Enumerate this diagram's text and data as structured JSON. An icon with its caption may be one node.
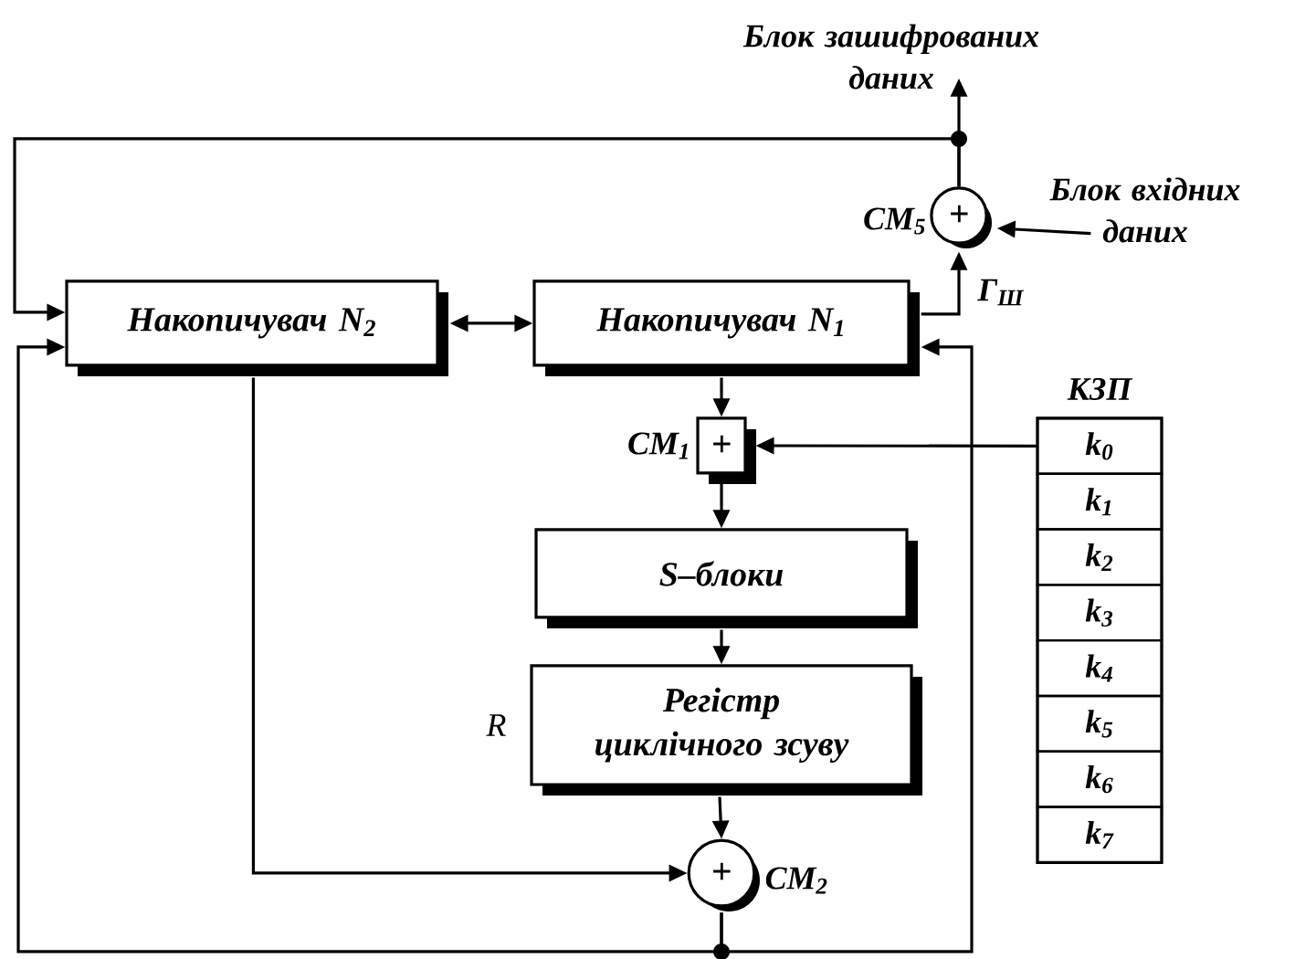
{
  "diagram": {
    "nodes": [
      {
        "text": [
          "Накопичувач N$_{2}$"
        ]
      },
      {
        "text": [
          "Накопичувач N$_{1}$"
        ]
      },
      {
        "text": [
          "+"
        ],
        "beside": [
          "СМ$_{5}$"
        ]
      },
      {
        "text": [
          "+"
        ],
        "beside": [
          "СМ$_{1}$"
        ]
      },
      {
        "text": [
          "S–блоки"
        ]
      },
      {
        "text": [
          "Регістр циклічного зсуву"
        ],
        "beside": [
          "R"
        ]
      },
      {
        "text": [
          "+"
        ],
        "beside": [
          "СМ$_{2}$"
        ]
      },
      {
        "text": [
          "КЗП"
        ]
      },
      {
        "text": [
          "k$_{0}$"
        ],
        "in": 7
      },
      {
        "text": [
          "k$_{1}$"
        ],
        "in": 7
      },
      {
        "text": [
          "k$_{2}$"
        ],
        "in": 7
      },
      {
        "text": [
          "k$_{3}$"
        ],
        "in": 7
      },
      {
        "text": [
          "k$_{4}$"
        ],
        "in": 7
      },
      {
        "text": [
          "k$_{5}$"
        ],
        "in": 7
      },
      {
        "text": [
          "k$_{6}$"
        ],
        "in": 7
      },
      {
        "text": [
          "k$_{7}$"
        ],
        "in": 7
      },
      {
        "text": [
          "Блок зашифрованих даних"
        ]
      },
      {
        "text": [
          "Блок вхідних даних"
        ]
      }
    ],
    "edges": [
      {
        "from": 0,
        "to": 1,
        "arrow": "both"
      },
      {
        "from": 1,
        "to": 2,
        "arrow": "to",
        "label": "Г$_{Ш}$"
      },
      {
        "from": 17,
        "to": 2,
        "arrow": "to"
      },
      {
        "from": 2,
        "to": 16,
        "arrow": "to"
      },
      {
        "from": 2,
        "to": 0,
        "arrow": "to"
      },
      {
        "from": 1,
        "to": 3,
        "arrow": "to"
      },
      {
        "from": 8,
        "to": 3,
        "arrow": "to"
      },
      {
        "from": 3,
        "to": 4,
        "arrow": "to"
      },
      {
        "from": 4,
        "to": 5,
        "arrow": "to"
      },
      {
        "from": 5,
        "to": 6,
        "arrow": "to"
      },
      {
        "from": 0,
        "to": 6,
        "arrow": "to"
      },
      {
        "from": 6,
        "to": 0,
        "arrow": "to"
      },
      {
        "from": 6,
        "to": 1,
        "arrow": "to"
      }
    ]
  }
}
